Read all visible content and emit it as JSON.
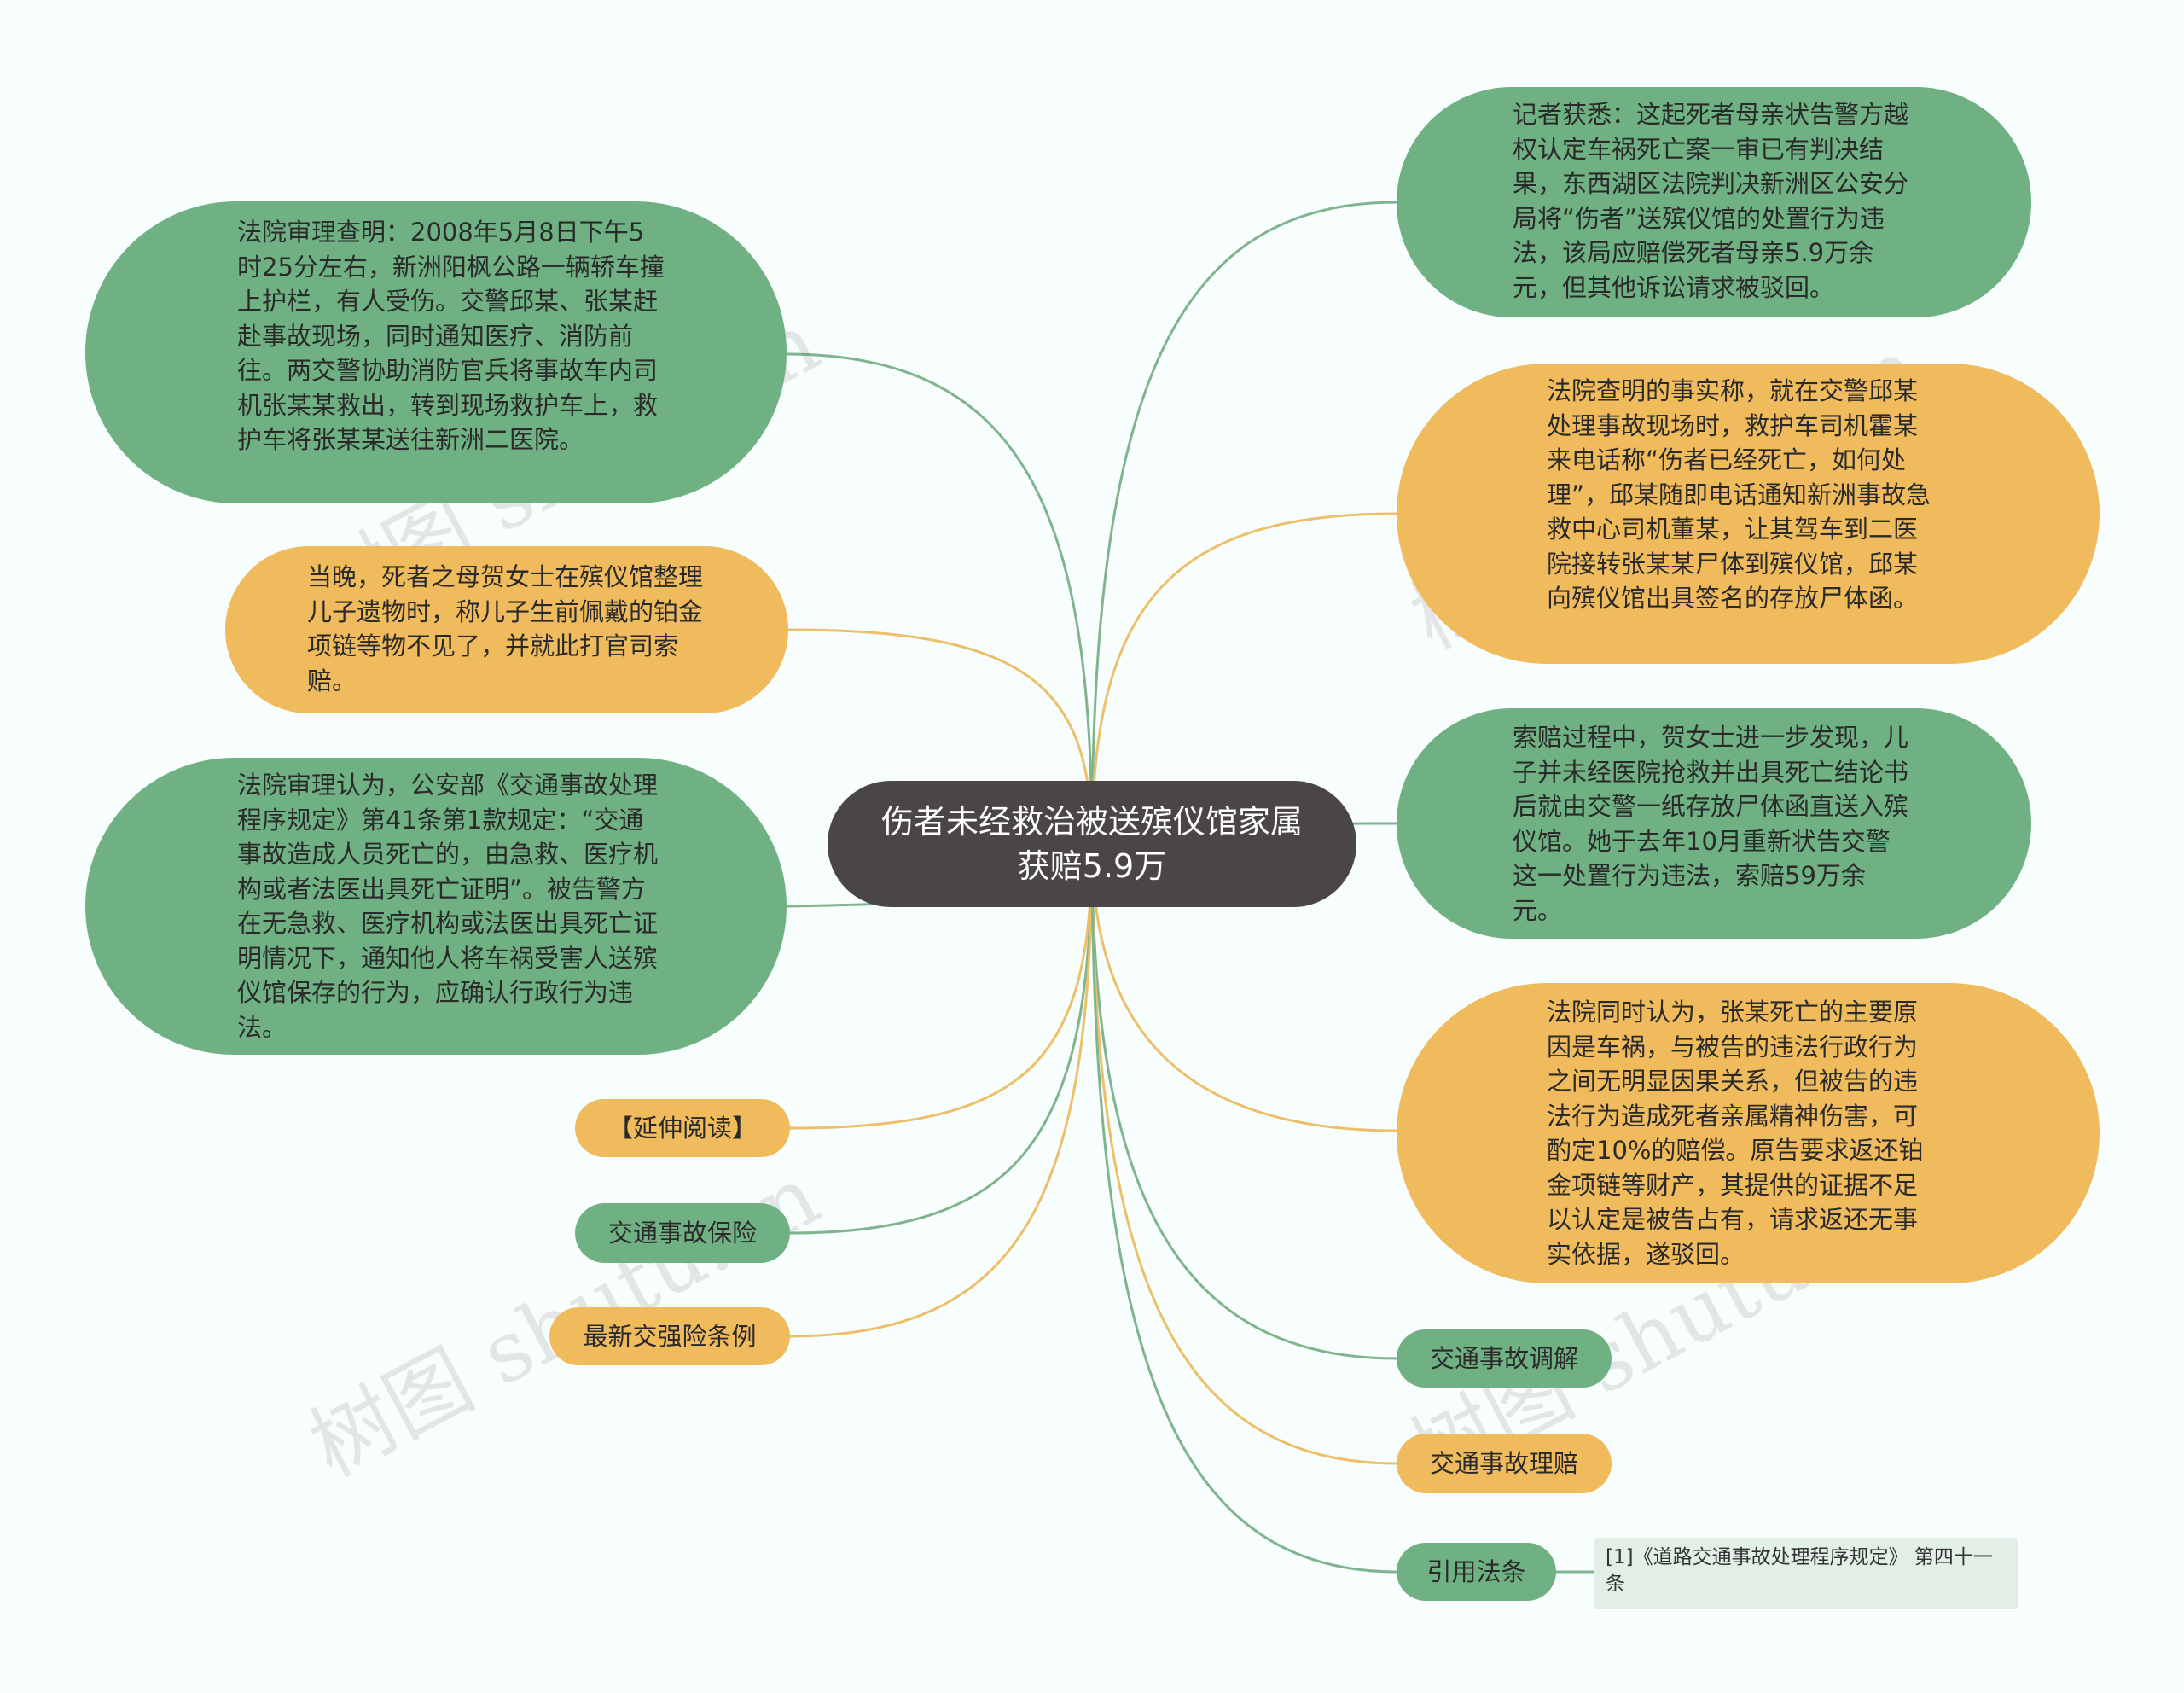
{
  "center": {
    "text": "伤者未经救治被送殡仪馆家属获赔5.9万"
  },
  "left_nodes": [
    {
      "text": "法院审理查明：2008年5月8日下午5时25分左右，新洲阳枫公路一辆轿车撞上护栏，有人受伤。交警邱某、张某赶赴事故现场，同时通知医疗、消防前往。两交警协助消防官兵将事故车内司机张某某救出，转到现场救护车上，救护车将张某某送往新洲二医院。"
    },
    {
      "text": "当晚，死者之母贺女士在殡仪馆整理儿子遗物时，称儿子生前佩戴的铂金项链等物不见了，并就此打官司索赔。"
    },
    {
      "text": "法院审理认为，公安部《交通事故处理程序规定》第41条第1款规定：“交通事故造成人员死亡的，由急救、医疗机构或者法医出具死亡证明”。被告警方在无急救、医疗机构或法医出具死亡证明情况下，通知他人将车祸受害人送殡仪馆保存的行为，应确认行政行为违法。"
    },
    {
      "text": "【延伸阅读】"
    },
    {
      "text": "交通事故保险"
    },
    {
      "text": "最新交强险条例"
    }
  ],
  "right_nodes": [
    {
      "text": "记者获悉：这起死者母亲状告警方越权认定车祸死亡案一审已有判决结果，东西湖区法院判决新洲区公安分局将“伤者”送殡仪馆的处置行为违法，该局应赔偿死者母亲5.9万余元，但其他诉讼请求被驳回。"
    },
    {
      "text": "法院查明的事实称，就在交警邱某处理事故现场时，救护车司机霍某来电话称“伤者已经死亡，如何处理”，邱某随即电话通知新洲事故急救中心司机董某，让其驾车到二医院接转张某某尸体到殡仪馆，邱某向殡仪馆出具签名的存放尸体函。"
    },
    {
      "text": "索赔过程中，贺女士进一步发现，儿子并未经医院抢救并出具死亡结论书后就由交警一纸存放尸体函直送入殡仪馆。她于去年10月重新状告交警这一处置行为违法，索赔59万余元。"
    },
    {
      "text": "法院同时认为，张某死亡的主要原因是车祸，与被告的违法行政行为之间无明显因果关系，但被告的违法行为造成死者亲属精神伤害，可酌定10%的赔偿。原告要求返还铂金项链等财产，其提供的证据不足以认定是被告占有，请求返还无事实依据，遂驳回。"
    },
    {
      "text": "交通事故调解"
    },
    {
      "text": "交通事故理赔"
    },
    {
      "text": "引用法条"
    }
  ],
  "reference": {
    "text": "[1]《道路交通事故处理程序规定》 第四十一条"
  },
  "watermark": {
    "text": "树图 shutu.cn"
  },
  "colors": {
    "green": "#6fb183",
    "orange": "#f0bb5d",
    "center": "#4a4546",
    "background": "#f8fdfd",
    "green_line": "#7fb48f",
    "orange_line": "#ecc069"
  }
}
